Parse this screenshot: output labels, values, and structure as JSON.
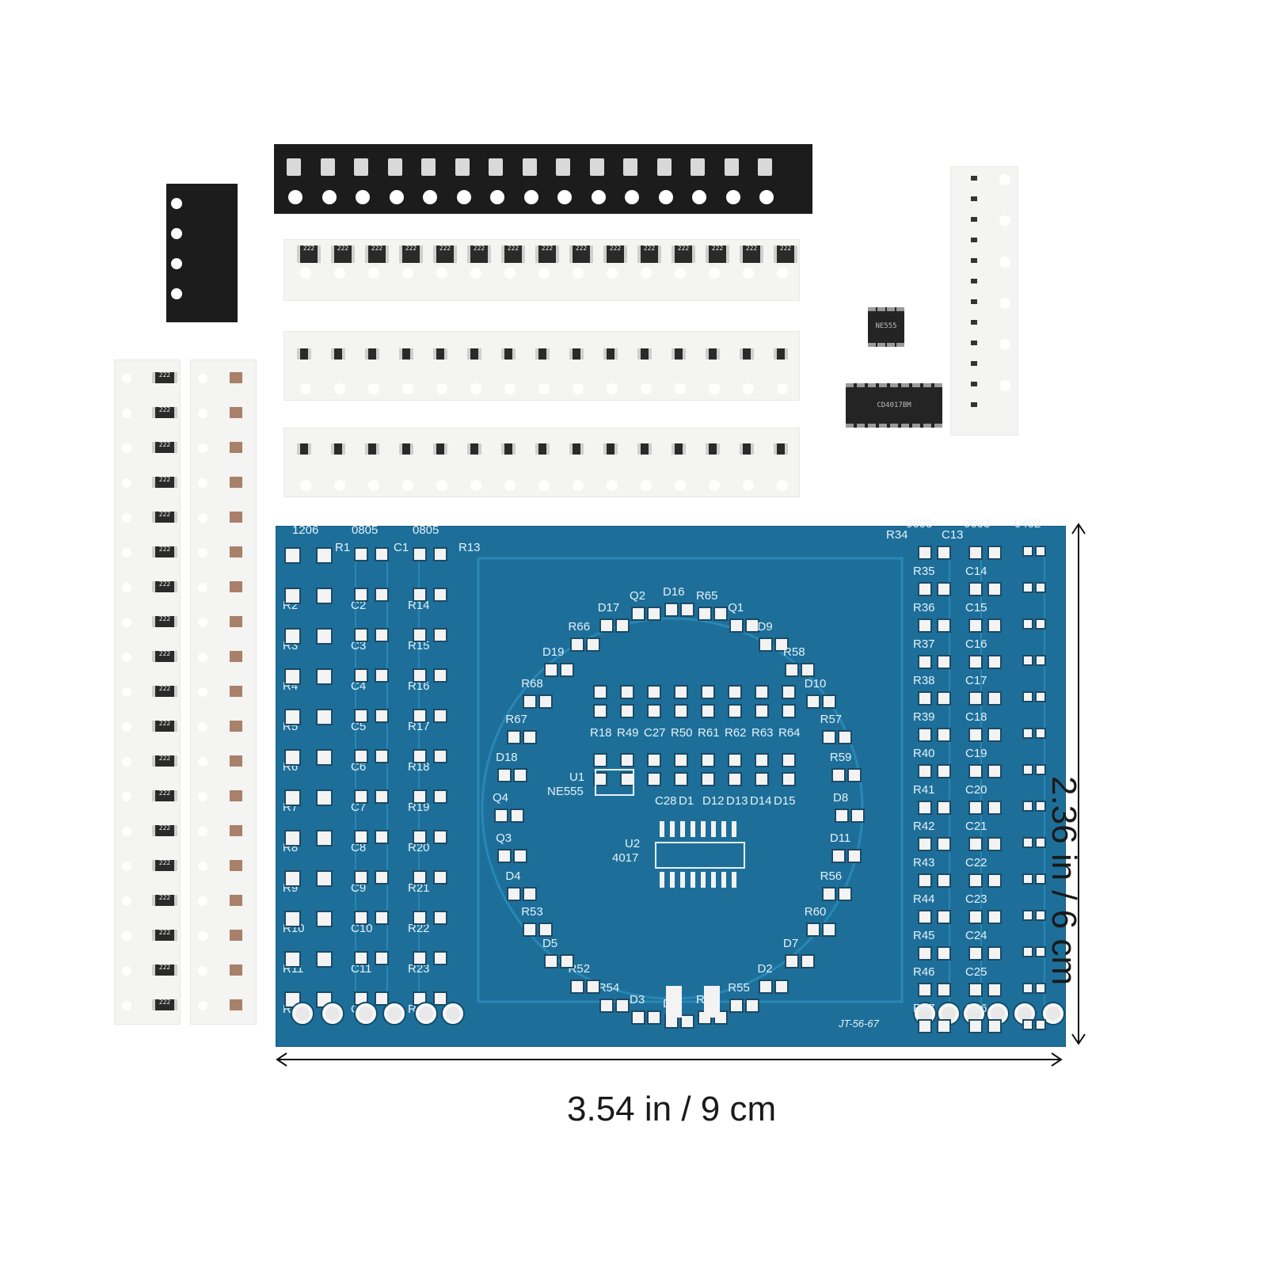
{
  "image": {
    "description_free": true,
    "dimensions": {
      "width_label": "3.54 in / 9 cm",
      "height_label": "2.36 in / 6 cm"
    },
    "pcb": {
      "size_labels": [
        "1206",
        "0805",
        "0805",
        "0603",
        "0603",
        "0402"
      ],
      "board_code": "JT-56-67",
      "ic_labels": [
        "U1",
        "NE555",
        "U2",
        "4017"
      ],
      "resistor_col1": [
        "R1",
        "R2",
        "R3",
        "R4",
        "R5",
        "R6",
        "R7",
        "R8",
        "R9",
        "R10",
        "R11",
        "R12"
      ],
      "cap_col": [
        "C1",
        "C2",
        "C3",
        "C4",
        "C5",
        "C6",
        "C7",
        "C8",
        "C9",
        "C10",
        "C11",
        "C12"
      ],
      "resistor_col3": [
        "R13",
        "R14",
        "R15",
        "R16",
        "R17",
        "R18",
        "R19",
        "R20",
        "R21",
        "R22",
        "R23",
        "R24"
      ],
      "right_r": [
        "R34",
        "R35",
        "R36",
        "R37",
        "R38",
        "R39",
        "R40",
        "R41",
        "R42",
        "R43",
        "R44",
        "R45",
        "R46",
        "R47"
      ],
      "right_c": [
        "C13",
        "C14",
        "C15",
        "C16",
        "C17",
        "C18",
        "C19",
        "C20",
        "C21",
        "C22",
        "C23",
        "C24",
        "C25",
        "C26"
      ],
      "center_top": [
        "R18",
        "R49",
        "C27",
        "R50",
        "R61",
        "R62",
        "R63",
        "R64"
      ],
      "center_bottom": [
        "C28",
        "D1",
        "D12",
        "D13",
        "D14",
        "D15"
      ],
      "ring_labels": [
        "D16",
        "R65",
        "Q1",
        "D9",
        "R58",
        "D10",
        "R57",
        "R59",
        "D8",
        "D11",
        "R56",
        "R60",
        "D7",
        "D2",
        "R55",
        "R51",
        "D6",
        "D3",
        "R54",
        "R52",
        "D5",
        "R53",
        "D4",
        "Q3",
        "Q4",
        "D18",
        "R67",
        "R68",
        "D19",
        "R66",
        "D17",
        "Q2"
      ]
    },
    "chip_text": {
      "resistor_marking": "222",
      "ic_top_marking": "NE555",
      "ic_bottom_marking": "CD4017BM"
    },
    "colors": {
      "pcb": "#1d6f9a",
      "pad": "#f3f3f3",
      "tape_white": "#f4f4f2",
      "tape_black": "#1c1c1c",
      "capacitor": "#a98069"
    }
  }
}
